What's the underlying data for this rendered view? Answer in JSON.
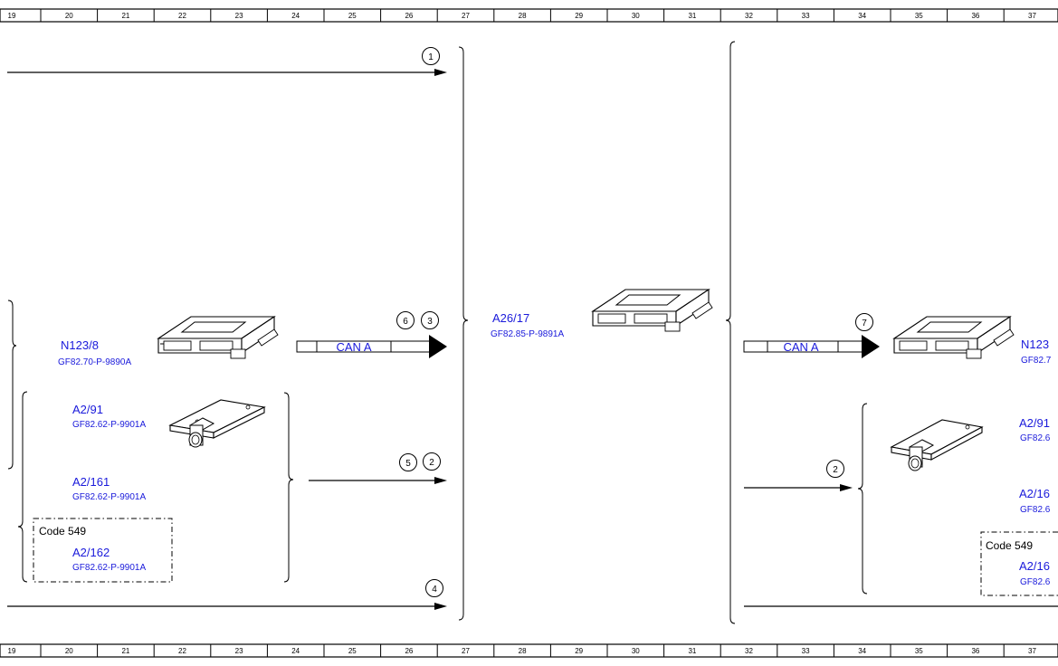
{
  "ruler": {
    "numbers": [
      "19",
      "20",
      "21",
      "22",
      "23",
      "24",
      "25",
      "26",
      "27",
      "28",
      "29",
      "30",
      "31",
      "32",
      "33",
      "34",
      "35",
      "36",
      "37"
    ]
  },
  "connectors": [
    "1",
    "6",
    "3",
    "5",
    "2",
    "4",
    "7",
    "2"
  ],
  "components": {
    "n123_8_left": {
      "id": "N123/8",
      "ref": "GF82.70-P-9890A"
    },
    "a2_91_left": {
      "id": "A2/91",
      "ref": "GF82.62-P-9901A"
    },
    "a2_161_left": {
      "id": "A2/161",
      "ref": "GF82.62-P-9901A"
    },
    "a2_162_left": {
      "id": "A2/162",
      "ref": "GF82.62-P-9901A"
    },
    "a26_17": {
      "id": "A26/17",
      "ref": "GF82.85-P-9891A"
    },
    "n123_right": {
      "id": "N123",
      "ref": "GF82.7"
    },
    "a2_91_right": {
      "id": "A2/91",
      "ref": "GF82.6"
    },
    "a2_16_right": {
      "id": "A2/16",
      "ref": "GF82.6"
    },
    "a2_16b_right": {
      "id": "A2/16",
      "ref": "GF82.6"
    }
  },
  "code_boxes": {
    "left": "Code 549",
    "right": "Code 549"
  },
  "bus": {
    "left": "CAN A",
    "right": "CAN A"
  },
  "colors": {
    "link": "#1a1adb",
    "line": "#000000"
  }
}
